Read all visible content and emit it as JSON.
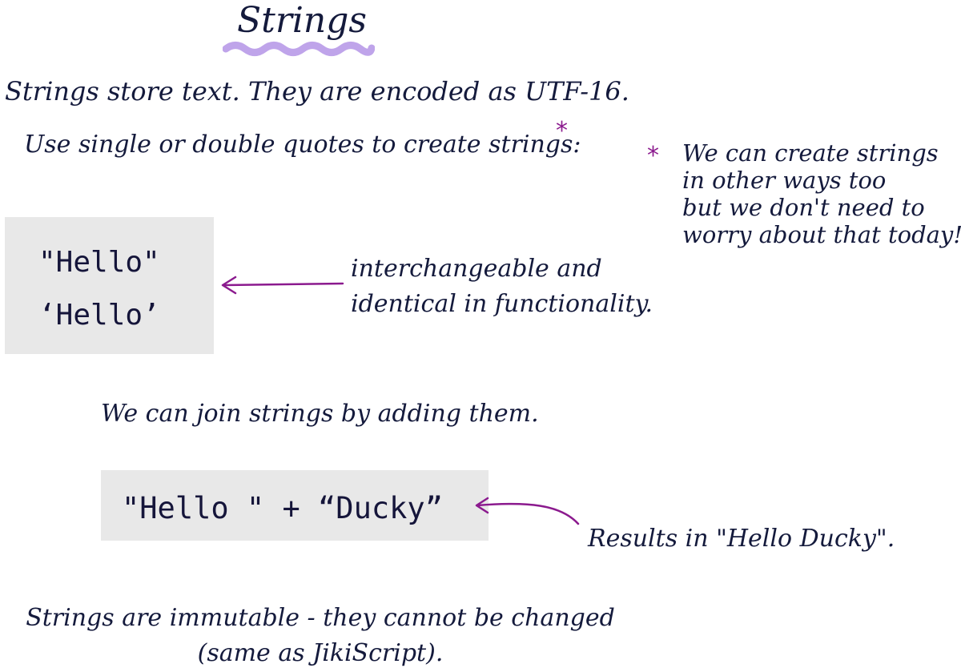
{
  "title": "Strings",
  "intro": {
    "line1": "Strings store text. They are encoded as UTF-16.",
    "line2": "Use single or double quotes to create strings",
    "asterisk": "*",
    "colon": ":"
  },
  "footnote": {
    "marker": "*",
    "lines": [
      "We can create strings",
      "in other ways too",
      "but we don't need to",
      "worry about that today!"
    ]
  },
  "quotes_example": {
    "double": "\"Hello\"",
    "single": "‘Hello’"
  },
  "quotes_note": {
    "lines": [
      "interchangeable and",
      "identical in functionality."
    ]
  },
  "join": {
    "text": "We can join strings by adding them.",
    "code": "\"Hello \" + “Ducky”",
    "result": "Results in \"Hello Ducky\"."
  },
  "immutable": {
    "lines": [
      "Strings are immutable - they cannot be changed",
      "(same as JikiScript)."
    ]
  },
  "colors": {
    "ink": "#141a3c",
    "accent": "#8b1a8e",
    "highlight": "#b89ae8",
    "code_bg": "#e8e8e8"
  }
}
